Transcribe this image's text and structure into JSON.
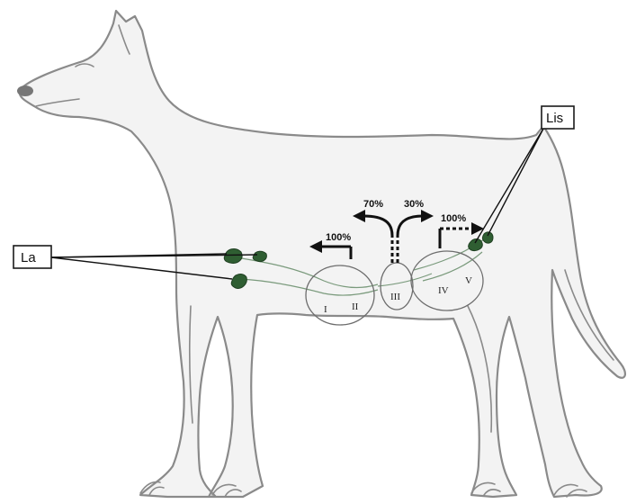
{
  "labels": {
    "la": "La",
    "lis": "Lis"
  },
  "glands": [
    "I",
    "II",
    "III",
    "IV",
    "V"
  ],
  "drainage": {
    "left_mid": "100%",
    "center_left": "70%",
    "center_right": "30%",
    "right": "100%"
  },
  "colors": {
    "outline": "#8a8a8a",
    "lymph_node": "#2f5e32",
    "vessel": "#7a9a7c"
  }
}
